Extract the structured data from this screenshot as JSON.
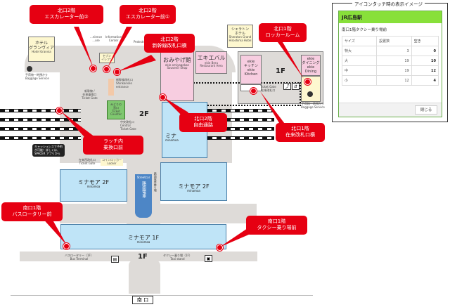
{
  "panel": {
    "caption": "アイコンタッチ時の表示イメージ",
    "station": "JR広島駅",
    "location": "南口1階タクシー乗り場前",
    "headers": [
      "サイズ",
      "設置数",
      "空き"
    ],
    "rows": [
      {
        "size": "特大",
        "total": "3",
        "free": "0"
      },
      {
        "size": "大",
        "total": "19",
        "free": "10"
      },
      {
        "size": "中",
        "total": "19",
        "free": "12"
      },
      {
        "size": "小",
        "total": "12",
        "free": "4"
      }
    ],
    "close": "閉じる",
    "accent": "#88e03a"
  },
  "callouts": {
    "n2_esc2": [
      "北口2階",
      "エスカレーター前②"
    ],
    "n2_esc1": [
      "北口2階",
      "エスカレーター前①"
    ],
    "n2_shinkansen": [
      "北口2階",
      "新幹線改札口横"
    ],
    "n1_locker": [
      "北口1階",
      "ロッカールーム"
    ],
    "n2_free": [
      "北口2階",
      "自由通路"
    ],
    "n1_zairai": [
      "北口1階",
      "在来改札口横"
    ],
    "latch": [
      "ラッチ内",
      "乗換口前"
    ],
    "s1_bus": [
      "南口1階",
      "バスロータリー前"
    ],
    "s1_taxi": [
      "南口1階",
      "タクシー乗り場前"
    ]
  },
  "map": {
    "hotel_granvia": [
      "ホテル",
      "グランヴィア",
      "Hotel Granvia"
    ],
    "sheraton": [
      "シェラトン",
      "ホテル",
      "Sheraton Grand",
      "Hiroshima Hotel"
    ],
    "baggage_left": [
      "手荷物一時預かり",
      "Baggage Service"
    ],
    "baggage_right": [
      "手荷物一時預かり",
      "Baggage Service"
    ],
    "convenience": [
      "...nience",
      "...ore"
    ],
    "information": [
      "Information",
      "Center"
    ],
    "pedestrian": "Pedestri...",
    "seven": [
      "セブン",
      "イレブン"
    ],
    "omiyage": [
      "おみやげ館",
      "ekie omiyagekan",
      "Souvenir Shop"
    ],
    "ekieberu": [
      "エキエバル",
      "ekie Beru",
      "Restaurant Area"
    ],
    "kitchen": [
      "ekie",
      "キッチン",
      "ekie",
      "Kitchen"
    ],
    "dining": [
      "ekie",
      "ダイニング",
      "ekie",
      "Dining"
    ],
    "shinkansen_gate": [
      "新幹線改札口",
      "Shinkansen",
      "entrance"
    ],
    "transfer_gate": [
      "新幹線 /",
      "在来乗換口",
      "Ticket Gate"
    ],
    "ticket_counter": [
      "みどりの",
      "窓口",
      "Ticket",
      "Counter"
    ],
    "central_gate": [
      "中央改札口",
      "Central",
      "Ticket Gate"
    ],
    "west_gate": [
      "在来西改札口",
      "Ticket Gate"
    ],
    "locker": [
      "コインロッカー",
      "Locker"
    ],
    "gate_1f": [
      "Ticket Gate",
      "在来改札口"
    ],
    "floor_2f": "2F",
    "floor_1f_n": "1F",
    "floor_1f_s": "1F",
    "cashless": [
      "キャッシュレスで予約",
      "が可能！詳しくは、",
      "SPACER アプリから"
    ],
    "minamoa_2f": "ミナモア 2F",
    "minamoa_1f": "ミナモア 1F",
    "minamoa_sub": "minamoa",
    "minamoa_partial": "ミナ",
    "tram": [
      "Streetcar",
      "路面電車"
    ],
    "tram_stop": "路面電車乗り場",
    "bus": [
      "バスロータリー（1F）",
      "Bus Terminal"
    ],
    "taxi": [
      "タクシー乗り場（1F）",
      "Taxi stand"
    ],
    "south_exit": "南 口"
  }
}
